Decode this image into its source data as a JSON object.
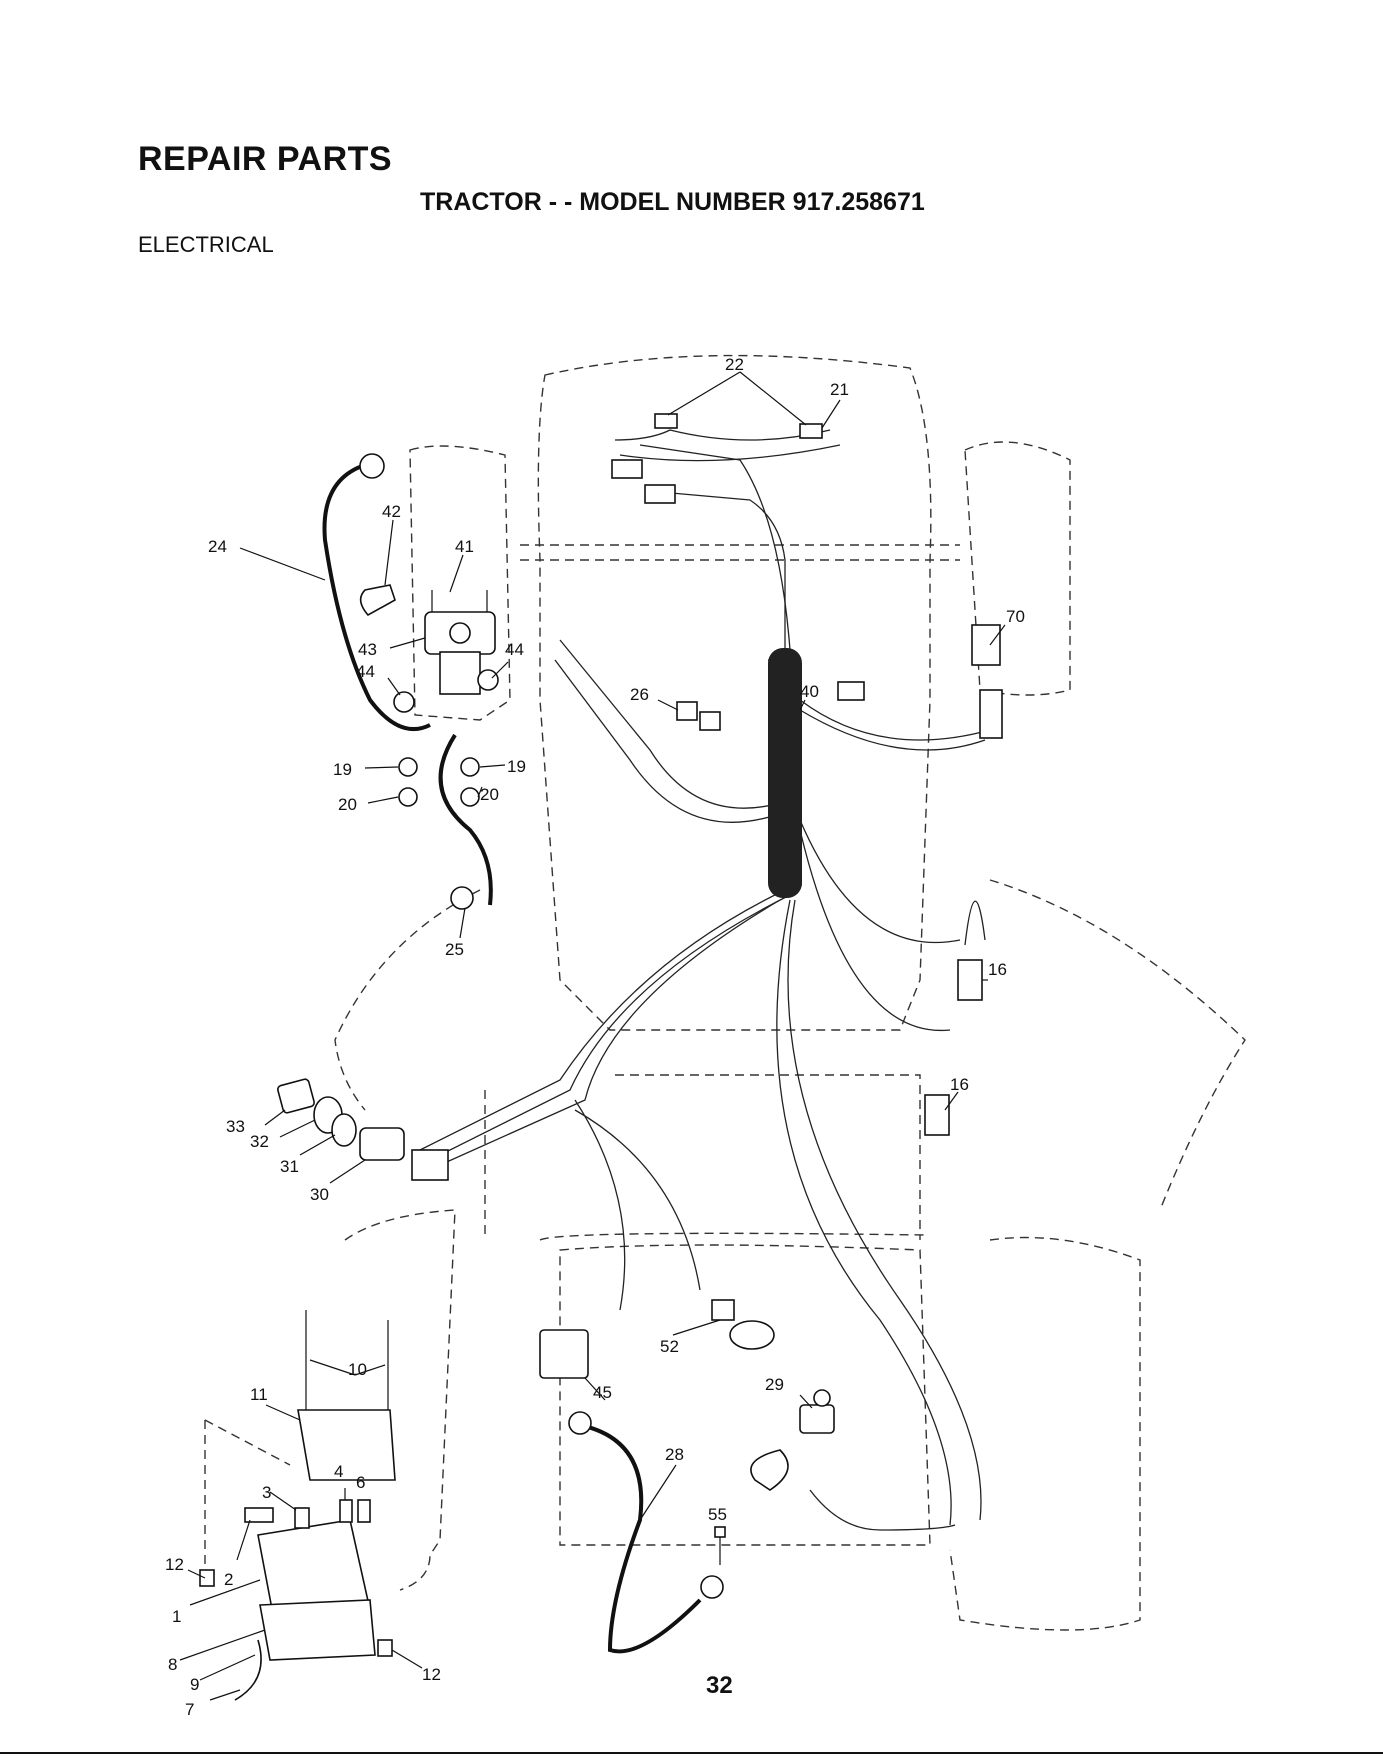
{
  "header": {
    "title": "REPAIR PARTS",
    "subtitle": "TRACTOR - - MODEL NUMBER 917.258671",
    "section": "ELECTRICAL"
  },
  "callouts": [
    "1",
    "2",
    "3",
    "4",
    "6",
    "7",
    "8",
    "9",
    "10",
    "11",
    "12",
    "12",
    "16",
    "16",
    "19",
    "19",
    "20",
    "20",
    "21",
    "22",
    "24",
    "25",
    "26",
    "28",
    "29",
    "30",
    "31",
    "32",
    "33",
    "40",
    "41",
    "42",
    "43",
    "44",
    "44",
    "45",
    "52",
    "55",
    "70"
  ],
  "footer": {
    "page_number": "32"
  }
}
